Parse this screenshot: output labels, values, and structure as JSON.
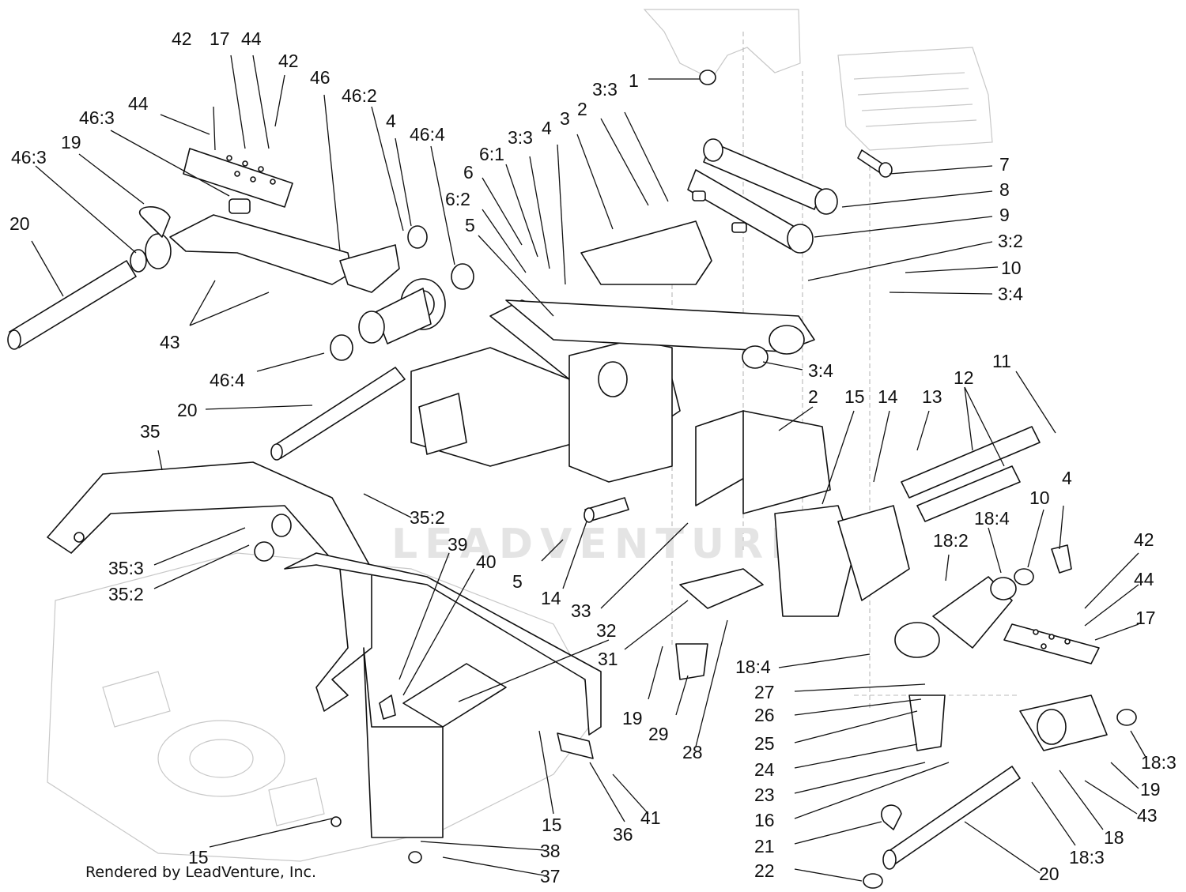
{
  "watermark": "LEADVENTURE",
  "footer": "Rendered by LeadVenture, Inc.",
  "callouts": [
    {
      "label": "42"
    },
    {
      "label": "17"
    },
    {
      "label": "44"
    },
    {
      "label": "42"
    },
    {
      "label": "46"
    },
    {
      "label": "44"
    },
    {
      "label": "46:3"
    },
    {
      "label": "19"
    },
    {
      "label": "46:3"
    },
    {
      "label": "20"
    },
    {
      "label": "46:2"
    },
    {
      "label": "4"
    },
    {
      "label": "46:4"
    },
    {
      "label": "43"
    },
    {
      "label": "46:4"
    },
    {
      "label": "20"
    },
    {
      "label": "35"
    },
    {
      "label": "35:2"
    },
    {
      "label": "35:3"
    },
    {
      "label": "35:2"
    },
    {
      "label": "39"
    },
    {
      "label": "40"
    },
    {
      "label": "32"
    },
    {
      "label": "31"
    },
    {
      "label": "15"
    },
    {
      "label": "38"
    },
    {
      "label": "37"
    },
    {
      "label": "15"
    },
    {
      "label": "36"
    },
    {
      "label": "41"
    },
    {
      "label": "1"
    },
    {
      "label": "3:3"
    },
    {
      "label": "2"
    },
    {
      "label": "3"
    },
    {
      "label": "4"
    },
    {
      "label": "3:3"
    },
    {
      "label": "6:1"
    },
    {
      "label": "6"
    },
    {
      "label": "6:2"
    },
    {
      "label": "5"
    },
    {
      "label": "7"
    },
    {
      "label": "8"
    },
    {
      "label": "9"
    },
    {
      "label": "3:2"
    },
    {
      "label": "10"
    },
    {
      "label": "3:4"
    },
    {
      "label": "3:4"
    },
    {
      "label": "2"
    },
    {
      "label": "15"
    },
    {
      "label": "14"
    },
    {
      "label": "13"
    },
    {
      "label": "12"
    },
    {
      "label": "11"
    },
    {
      "label": "5"
    },
    {
      "label": "14"
    },
    {
      "label": "33"
    },
    {
      "label": "19"
    },
    {
      "label": "29"
    },
    {
      "label": "28"
    },
    {
      "label": "18:4"
    },
    {
      "label": "18:2"
    },
    {
      "label": "10"
    },
    {
      "label": "4"
    },
    {
      "label": "42"
    },
    {
      "label": "44"
    },
    {
      "label": "17"
    },
    {
      "label": "18:4"
    },
    {
      "label": "27"
    },
    {
      "label": "26"
    },
    {
      "label": "25"
    },
    {
      "label": "24"
    },
    {
      "label": "23"
    },
    {
      "label": "16"
    },
    {
      "label": "21"
    },
    {
      "label": "22"
    },
    {
      "label": "20"
    },
    {
      "label": "18:3"
    },
    {
      "label": "18"
    },
    {
      "label": "43"
    },
    {
      "label": "19"
    },
    {
      "label": "18:3"
    }
  ]
}
